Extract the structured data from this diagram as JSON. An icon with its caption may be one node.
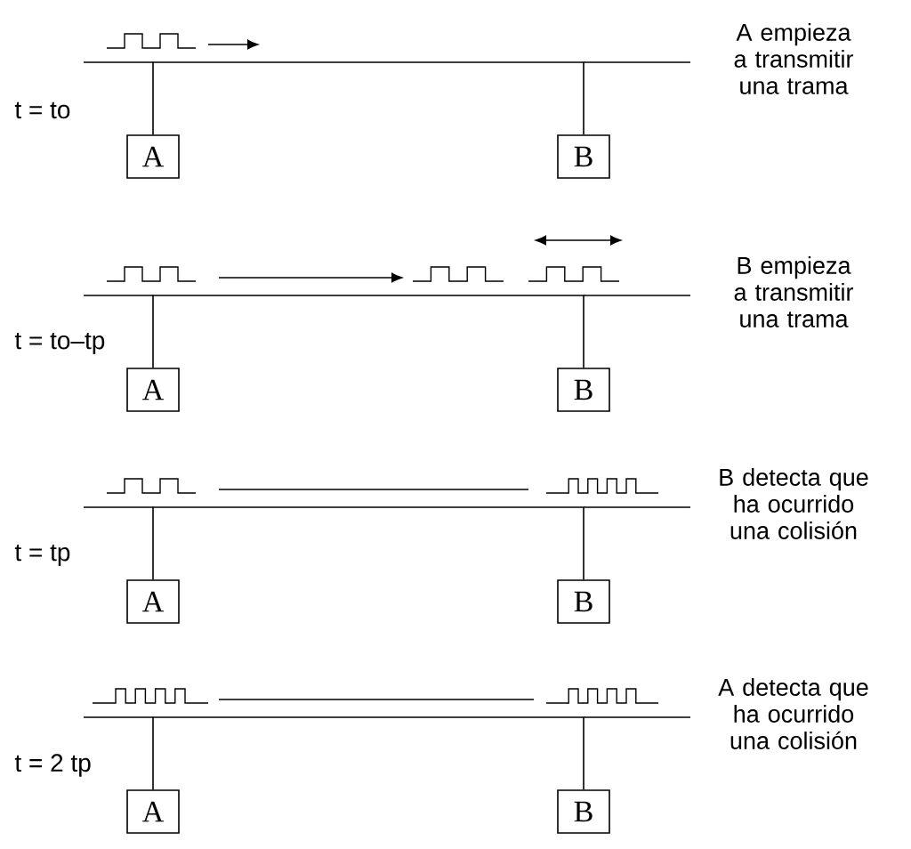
{
  "diagram": {
    "nodes": [
      {
        "text": [
          "A"
        ]
      },
      {
        "text": [
          "B"
        ]
      },
      {
        "text": [
          "A"
        ]
      },
      {
        "text": [
          "B"
        ]
      },
      {
        "text": [
          "A"
        ]
      },
      {
        "text": [
          "B"
        ]
      },
      {
        "text": [
          "A"
        ]
      },
      {
        "text": [
          "B"
        ]
      }
    ],
    "edges": [
      {
        "from": 0,
        "to": 1,
        "arrow": "none"
      },
      {
        "from": 2,
        "to": 3,
        "arrow": "none"
      },
      {
        "from": 4,
        "to": 5,
        "arrow": "none"
      },
      {
        "from": 6,
        "to": 7,
        "arrow": "none"
      }
    ],
    "labels": [
      "A empieza a transmitir una trama",
      "t = to",
      "B empieza a transmitir una trama",
      "t = to–tp",
      "B detecta que ha ocurrido una colisión",
      "t = tp",
      "A detecta que ha ocurrido una colisión",
      "t = 2 tp"
    ]
  }
}
